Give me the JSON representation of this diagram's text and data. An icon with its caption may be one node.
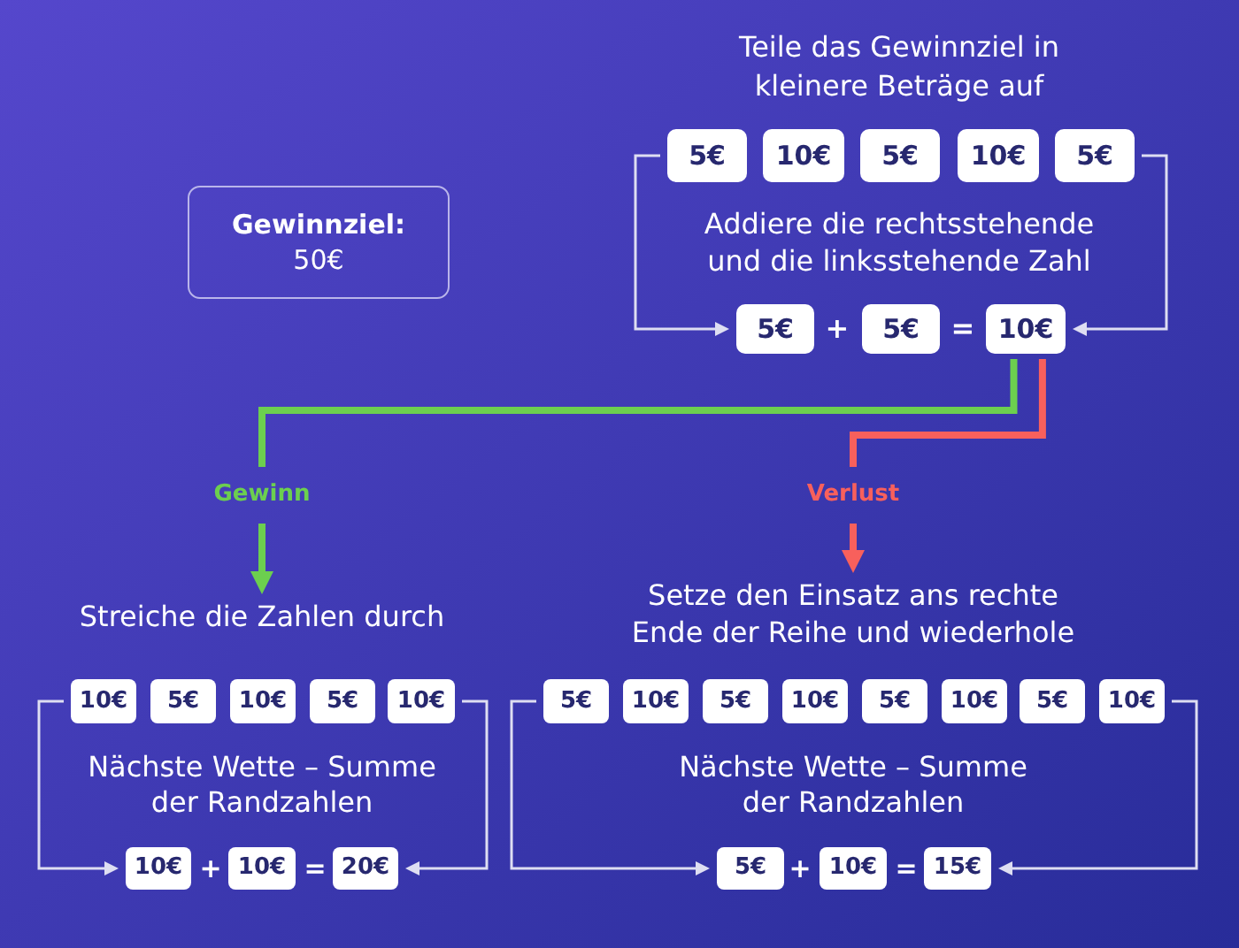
{
  "diagram": {
    "nodes": [
      {
        "text": [
          "Gewinnziel:",
          "50€"
        ]
      },
      {
        "text": [
          "5€"
        ]
      },
      {
        "text": [
          "10€"
        ]
      },
      {
        "text": [
          "5€"
        ]
      },
      {
        "text": [
          "10€"
        ]
      },
      {
        "text": [
          "5€"
        ]
      },
      {
        "text": [
          "5€"
        ]
      },
      {
        "text": [
          "5€"
        ]
      },
      {
        "text": [
          "10€"
        ]
      },
      {
        "text": [
          "Streiche die Zahlen durch"
        ]
      },
      {
        "text": [
          "10€"
        ]
      },
      {
        "text": [
          "5€"
        ]
      },
      {
        "text": [
          "10€"
        ]
      },
      {
        "text": [
          "5€"
        ]
      },
      {
        "text": [
          "10€"
        ]
      },
      {
        "text": [
          "10€"
        ]
      },
      {
        "text": [
          "10€"
        ]
      },
      {
        "text": [
          "20€"
        ]
      },
      {
        "text": [
          "Setze den Einsatz ans rechte Ende der Reihe und wiederhole"
        ]
      },
      {
        "text": [
          "5€"
        ]
      },
      {
        "text": [
          "10€"
        ]
      },
      {
        "text": [
          "5€"
        ]
      },
      {
        "text": [
          "10€"
        ]
      },
      {
        "text": [
          "5€"
        ]
      },
      {
        "text": [
          "10€"
        ]
      },
      {
        "text": [
          "5€"
        ]
      },
      {
        "text": [
          "10€"
        ]
      },
      {
        "text": [
          "5€"
        ]
      },
      {
        "text": [
          "10€"
        ]
      },
      {
        "text": [
          "15€"
        ]
      }
    ],
    "edges": [
      {
        "from": 1,
        "to": 6,
        "arrow": "to"
      },
      {
        "from": 5,
        "to": 8,
        "arrow": "to"
      },
      {
        "from": 8,
        "to": 9,
        "arrow": "to",
        "label": "Gewinn",
        "style": "thick",
        "color": "#6ccf4f"
      },
      {
        "from": 8,
        "to": 18,
        "arrow": "to",
        "label": "Verlust",
        "style": "thick",
        "color": "#f8605c"
      },
      {
        "from": 10,
        "to": 15,
        "arrow": "to"
      },
      {
        "from": 14,
        "to": 17,
        "arrow": "to"
      },
      {
        "from": 19,
        "to": 27,
        "arrow": "to"
      },
      {
        "from": 26,
        "to": 29,
        "arrow": "to"
      }
    ],
    "labels": [
      "Teile das Gewinnziel in kleinere Beträge auf",
      "Addiere die rechtsstehende und die linksstehende Zahl",
      "+",
      "=",
      "Nächste Wette – Summe der Randzahlen",
      "+",
      "=",
      "Nächste Wette – Summe der Randzahlen",
      "+",
      "="
    ]
  }
}
